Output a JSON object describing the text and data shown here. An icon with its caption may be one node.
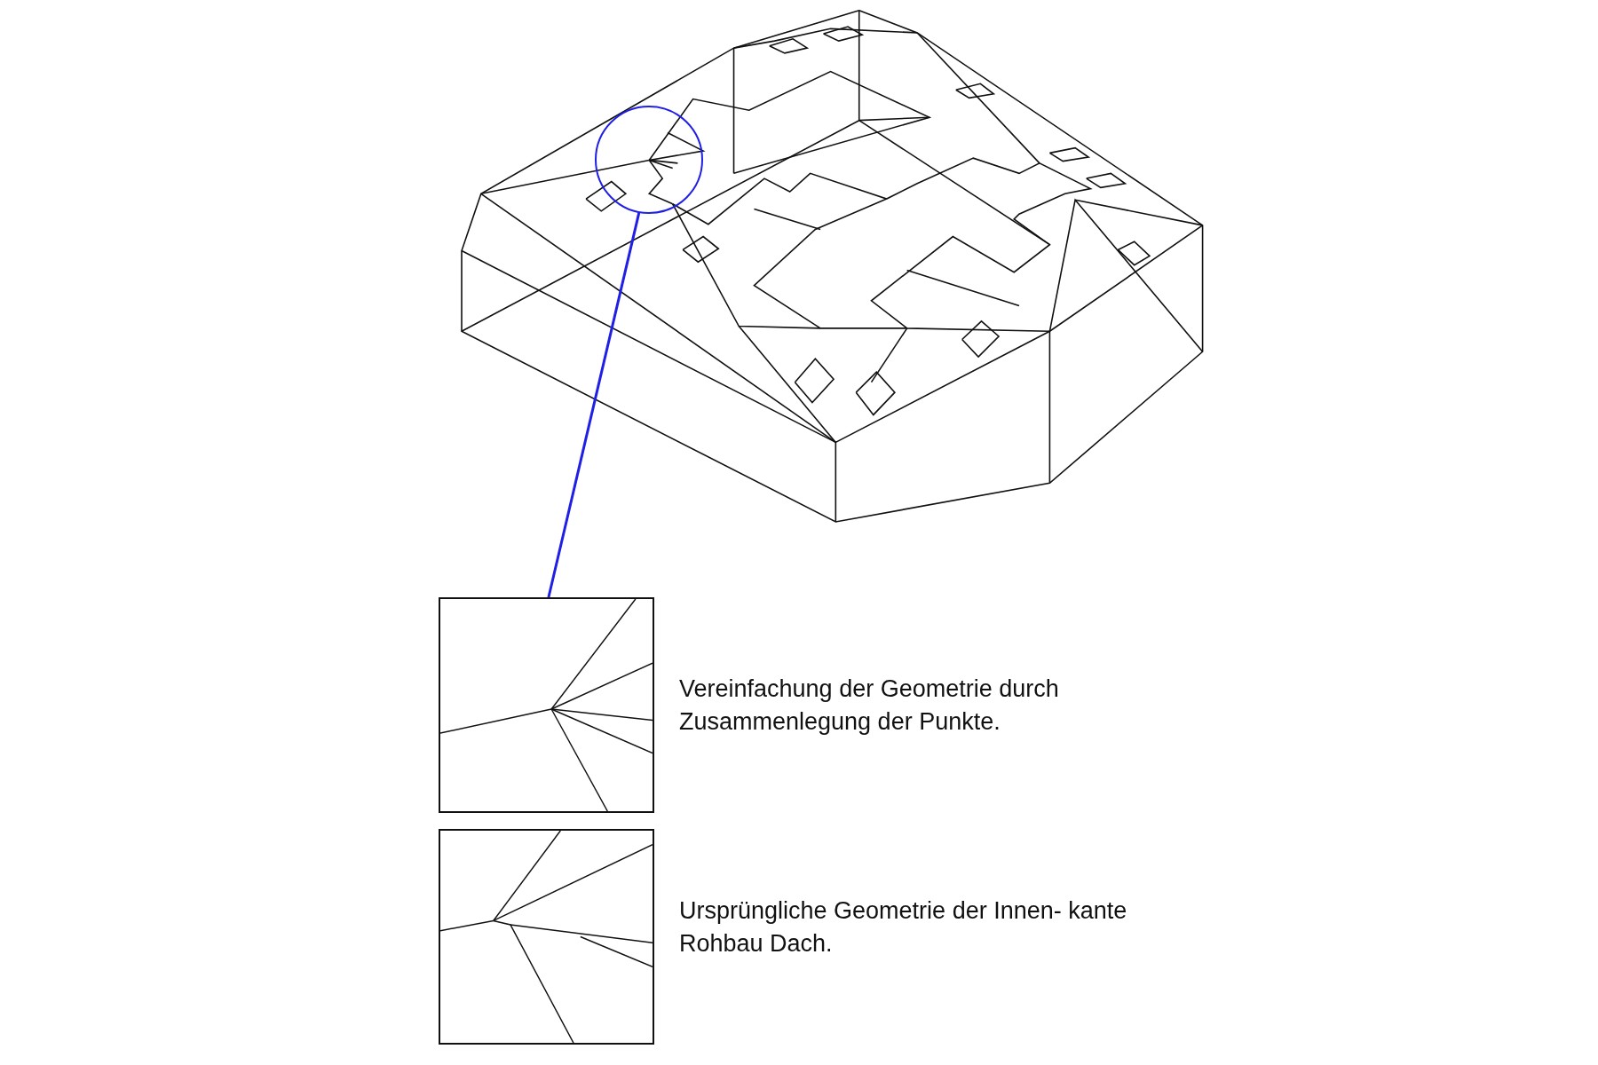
{
  "diagram": {
    "nodes": [
      {
        "text": [],
        "shape": "circle"
      },
      {
        "text": [],
        "shape": "picture",
        "beside": [
          "Vereinfachung der Geometrie durch Zusammenlegung der Punkte."
        ]
      },
      {
        "text": [],
        "shape": "picture",
        "beside": [
          "Ursprüngliche Geometrie der Innen- kante Rohbau Dach."
        ]
      }
    ],
    "edges": [
      {
        "from": 0,
        "to": 1,
        "arrow": "none",
        "color": "#1f1fe6"
      }
    ]
  }
}
